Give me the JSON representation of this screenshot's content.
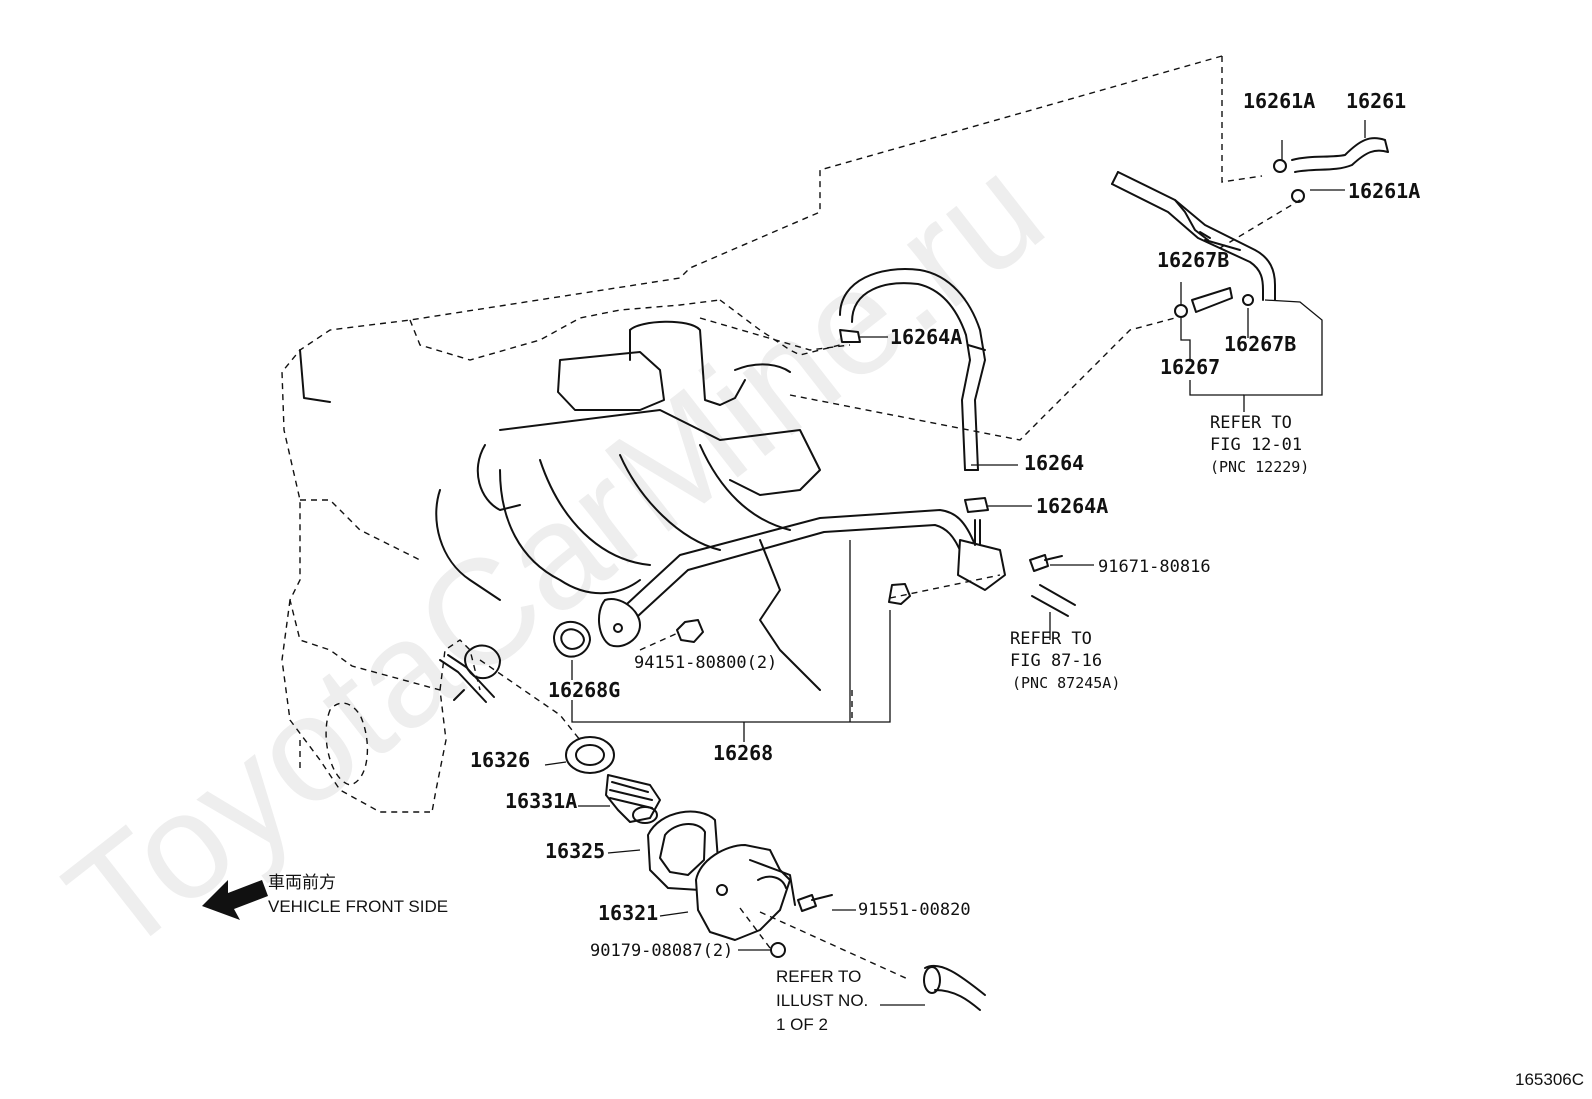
{
  "watermark": "ToyotaCarMine.ru",
  "diagram_code": "165306C",
  "direction": {
    "jp": "車両前方",
    "en": "VEHICLE FRONT SIDE"
  },
  "labels": {
    "p16261A_top": "16261A",
    "p16261": "16261",
    "p16261A_right": "16261A",
    "p16267B_top": "16267B",
    "p16264A_top": "16264A",
    "p16267B_mid": "16267B",
    "p16267": "16267",
    "p16264": "16264",
    "p16264A_mid": "16264A",
    "p91671": "91671-80816",
    "p94151": "94151-80800(2)",
    "p16268G": "16268G",
    "p16268": "16268",
    "p16326": "16326",
    "p16331A": "16331A",
    "p16325": "16325",
    "p16321": "16321",
    "p91551": "91551-00820",
    "p90179": "90179-08087(2)"
  },
  "refs": {
    "fig12": [
      "REFER TO",
      "FIG 12-01",
      "(PNC 12229)"
    ],
    "fig87": [
      "REFER TO",
      "FIG 87-16",
      "(PNC 87245A)"
    ],
    "illust": [
      "REFER TO",
      "ILLUST NO.",
      "1 OF 2"
    ]
  }
}
